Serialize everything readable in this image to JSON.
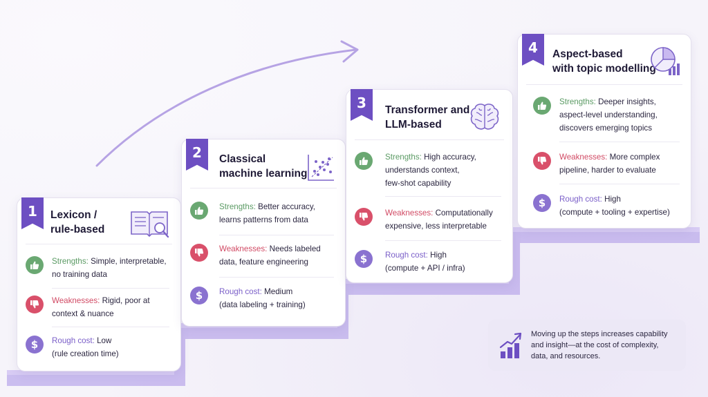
{
  "steps": [
    {
      "number": "1",
      "title_lines": [
        "Lexicon /",
        "rule-based"
      ],
      "icon": "book-magnifier-icon",
      "strengths_label": "Strengths:",
      "strengths_lines": [
        " Simple, interpretable,",
        "no training data"
      ],
      "weaknesses_label": "Weaknesses:",
      "weaknesses_lines": [
        " Rigid, poor at",
        "context & nuance"
      ],
      "cost_label": "Rough cost:",
      "cost_lines": [
        " Low",
        "(rule creation time)"
      ]
    },
    {
      "number": "2",
      "title_lines": [
        "Classical",
        "machine learning"
      ],
      "icon": "scatter-plot-icon",
      "strengths_label": "Strengths:",
      "strengths_lines": [
        " Better accuracy,",
        "learns patterns from data"
      ],
      "weaknesses_label": "Weaknesses:",
      "weaknesses_lines": [
        " Needs labeled",
        "data, feature engineering"
      ],
      "cost_label": "Rough cost:",
      "cost_lines": [
        " Medium",
        "(data labeling + training)"
      ]
    },
    {
      "number": "3",
      "title_lines": [
        "Transformer and",
        "LLM-based"
      ],
      "icon": "brain-icon",
      "strengths_label": "Strengths:",
      "strengths_lines": [
        " High accuracy,",
        "understands context,",
        "few-shot capability"
      ],
      "weaknesses_label": "Weaknesses:",
      "weaknesses_lines": [
        " Computationally",
        "expensive, less interpretable"
      ],
      "cost_label": "Rough cost:",
      "cost_lines": [
        " High",
        "(compute + API / infra)"
      ]
    },
    {
      "number": "4",
      "title_lines": [
        "Aspect-based",
        "with topic modelling"
      ],
      "icon": "pie-bar-chart-icon",
      "strengths_label": "Strengths:",
      "strengths_lines": [
        " Deeper insights,",
        "aspect-level understanding,",
        "discovers emerging topics"
      ],
      "weaknesses_label": "Weaknesses:",
      "weaknesses_lines": [
        " More complex",
        "pipeline, harder to evaluate"
      ],
      "cost_label": "Rough cost:",
      "cost_lines": [
        " High",
        "(compute + tooling + expertise)"
      ]
    }
  ],
  "note": {
    "icon": "growth-chart-icon",
    "lines": [
      "Moving up the steps increases capability",
      "and insight—at the cost of complexity,",
      "data, and resources."
    ]
  },
  "colors": {
    "accent": "#6d4fc2",
    "stairs": "#b8a6e6",
    "strengths": "#5a9a63",
    "weaknesses": "#d14a64",
    "cost": "#7a5ec8"
  }
}
